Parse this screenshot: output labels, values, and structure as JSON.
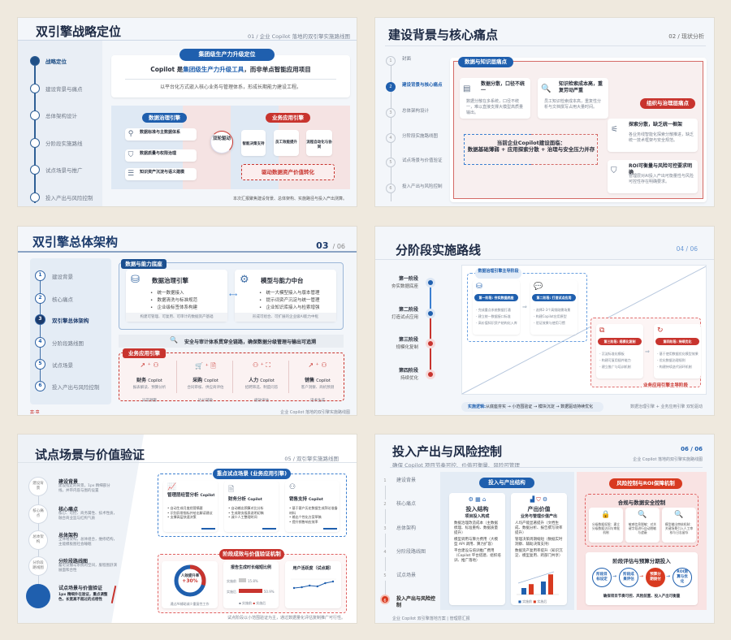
{
  "colors": {
    "blue": "#1f5fae",
    "red": "#c8342e",
    "navy": "#1d2a44",
    "pink_bg": "#f9e6e6",
    "blue_bg": "#e3edf7"
  },
  "s1": {
    "title": "双引擎战略定位",
    "subtitle": "01 / 企业 Copilot 落地的双引擎实施路线图",
    "nav": [
      "战略定位",
      "建设背景与痛点",
      "总体架构设计",
      "分阶段实施路线",
      "试点场景与推广",
      "投入产出与风险控制"
    ],
    "badge": "集团级生产力升级定位",
    "headline_a": "Copilot 是",
    "headline_b": "集团级生产力升级工具",
    "headline_c": "，而非单点智能应用项目",
    "subline": "以平台化方式嵌入核心业务与管理体系，形成长期能力建设工程。",
    "data_engine": "数据治理引擎",
    "data_items": [
      "数据标准与主数据体系",
      "数据质量与权限治理",
      "知识资产沉淀与语义建模"
    ],
    "hub": "双轮驱动",
    "biz_engine": "业务应用引擎",
    "biz_items": [
      "智能决策支持",
      "员工效能提升",
      "流程自动化与协同"
    ],
    "value": "驱动数据资产价值转化",
    "footer": "本次汇报聚焦建设背景、总体架构、实施路径与投入产出测算。"
  },
  "s2": {
    "title": "建设背景与核心痛点",
    "subtitle": "02 / 现状分析",
    "nav": [
      {
        "n": "1",
        "label": "封面"
      },
      {
        "n": "2",
        "label": "建设背景与核心痛点"
      },
      {
        "n": "3",
        "label": "总体架构设计"
      },
      {
        "n": "4",
        "label": "分阶段实施路线图"
      },
      {
        "n": "5",
        "label": "试点场景与价值验证"
      },
      {
        "n": "6",
        "label": "投入产出与风险控制"
      }
    ],
    "badge_data": "数据与知识层痛点",
    "badge_org": "组织与治理层痛点",
    "cards": [
      {
        "title": "数据分散，口径不统一",
        "desc": "数据分散在多系统，口径不统一，难以直接支撑大模型高质量输出。"
      },
      {
        "title": "知识检索成本高，重复劳动严重",
        "desc": "员工知识检索成本高，重复性分析与文档撰写占用大量时间。"
      },
      {
        "title": "探索分散，缺乏统一框架",
        "desc": "各业务线智能化探索分散推进，缺乏统一技术框架与安全规范。"
      },
      {
        "title": "ROI可衡量与风险可控要求明确",
        "desc": "管理层对AI投入产出可衡量性与风险可控性存在明确要求。"
      }
    ],
    "summary_a": "当前企业Copilot建设面临：",
    "summary_b": "数据基础薄弱 + 应用探索分散 + 治理与安全压力并存"
  },
  "s3": {
    "title": "双引擎总体架构",
    "page_current": "03",
    "page_total": "/ 06",
    "nav": [
      {
        "n": "1",
        "label": "建设背景"
      },
      {
        "n": "2",
        "label": "核心痛点"
      },
      {
        "n": "3",
        "label": "双引擎总体架构"
      },
      {
        "n": "4",
        "label": "分阶段路线图"
      },
      {
        "n": "5",
        "label": "试点场景"
      },
      {
        "n": "6",
        "label": "投入产出与风险控制"
      }
    ],
    "base_badge": "数据与能力底座",
    "engine_a": {
      "title": "数据治理引擎",
      "items": [
        "统一数据接入",
        "数据清洗与标准规范",
        "企业级标签体系构建"
      ],
      "foot": "构建可管理、可复用、可审计的数据资产基础"
    },
    "engine_b": {
      "title": "模型与能力中台",
      "items": [
        "统一大模型接入与版本管理",
        "提示词资产沉淀与统一管理",
        "企业知识库接入与检索增强"
      ],
      "foot": "形成可组合、可扩展的企业级AI能力中枢"
    },
    "security": "安全与审计体系贯穿全链路，确保数据分级管理与输出可追溯",
    "biz_badge": "业务应用引擎",
    "copilots": [
      {
        "name": "财务",
        "suffix": "Copilot",
        "desc": "报表解读、预算分析",
        "extra": "异常预警"
      },
      {
        "name": "采购",
        "suffix": "Copilot",
        "desc": "合同审核、供应商评估",
        "extra": "比价辅助"
      },
      {
        "name": "人力",
        "suffix": "Copilot",
        "desc": "招聘筛选、制度问答",
        "extra": "绩效评估"
      },
      {
        "name": "销售",
        "suffix": "Copilot",
        "desc": "客户洞察、商机预测",
        "extra": "话术生成"
      }
    ],
    "stamp": "案·章",
    "footer": "企业 Copilot 落地的双引擎实施路线图"
  },
  "s4": {
    "title": "分阶段实施路线",
    "page": "04 / 06",
    "stages": [
      {
        "name": "第一阶段",
        "desc": "夯实数据底座"
      },
      {
        "name": "第二阶段",
        "desc": "打造试点应用"
      },
      {
        "name": "第三阶段",
        "desc": "规模化复制"
      },
      {
        "name": "第四阶段",
        "desc": "持续优化"
      }
    ],
    "group_a": "数据治理引擎主导阶段",
    "group_b": "业务应用引擎主导阶段",
    "cards": [
      {
        "pill": "第一阶段: 夯实数据底座",
        "items": [
          "完成重点系统数据打通",
          "建立统一数据接口标准",
          "高价值知识资产结构化入库"
        ]
      },
      {
        "pill": "第二阶段: 打造试点应用",
        "items": [
          "选择2-3个高频刚需场景",
          "构建Copilot应用原型",
          "验证效果与使用习惯"
        ]
      },
      {
        "pill": "第三阶段: 规模化复制",
        "items": [
          "沉淀标准化模板",
          "构建可复用插件能力",
          "建立推广与培训机制"
        ]
      },
      {
        "pill": "第四阶段: 持续优化",
        "items": [
          "基于使用数据优化模型效果",
          "优化数据治理规则",
          "构建持续迭代闭环机制"
        ]
      }
    ],
    "logic_label": "实施逻辑:",
    "logic": "从底座夯实 → 小范围验证 → 模块沉淀 → 数据驱动持续优化",
    "footer": "数据治理引擎 + 业务应用引擎 双轮驱动"
  },
  "s5": {
    "title": "试点场景与价值验证",
    "subtitle": "05 / 双引擎实施路线图",
    "nav": [
      {
        "circle": "建设背景",
        "title": "建设背景",
        "desc": "建设指定的背景，1px 精细部分线，并带内容与图的设置"
      },
      {
        "circle": "核心痛点",
        "title": "核心痛点",
        "desc": "核心、可控、商务属性、技术性质，融合商业监与红构气质"
      },
      {
        "circle": "总体架构",
        "title": "总体架构",
        "desc": "全体格架构，总体组合，维修结构，主能模板图社会睡眠"
      },
      {
        "circle": "分阶段路线图",
        "title": "分阶段路线图",
        "desc": "蓄论议播与系统的空间，服程图舒演展面和合性"
      },
      {
        "circle": "",
        "title": "试点场景与价值验证",
        "desc": "1px 精细外在验证，重点调整色，长宽高不超过的点密性"
      }
    ],
    "top_badge": "重点试点场景 (业务应用引擎)",
    "scenes": [
      {
        "title": "管理层经营分析",
        "suffix": "Copilot",
        "items": [
          "自动生成月度经营摘要",
          "识别异常指标并给出解读建议",
          "支撑高层快速决策"
        ]
      },
      {
        "title": "财务分析",
        "suffix": "Copilot",
        "items": [
          "自动输出预算对比分析",
          "生成财务报表说明初稿",
          "减少人工整理时间"
        ]
      },
      {
        "title": "销售支持",
        "suffix": "Copilot",
        "items": [
          "基于客户历史数据生成拜访准备材料",
          "输出个性化方案草稿",
          "提升销售响应效率"
        ]
      }
    ],
    "bottom_badge": "阶段成效与价值验证机制",
    "donut": {
      "label": "人效提升率",
      "value": "+30%",
      "fraction": 0.3,
      "caption": "通过AI辅助减少重复性工作"
    },
    "bars": {
      "title": "报告生成时长缩短比例",
      "rows": [
        {
          "label": "实施前",
          "value": 15.8,
          "text": "15.8%"
        },
        {
          "label": "实施后",
          "value": 50.9,
          "text": "50.9%"
        }
      ],
      "legend": [
        "实施前",
        "实施后"
      ]
    },
    "line": {
      "title": "用户活跃度（试点期）",
      "values": [
        3,
        3.2,
        3.6,
        3.4,
        4.2,
        4.6
      ]
    },
    "footer": "试点阶段以小范围验证为主，通过数据量化评估复制推广可行性。"
  },
  "s6": {
    "title": "投入产出与风险控制",
    "subtitle": "确保 Copilot 项目节奏可控、价值可衡量、风险可管理",
    "page": "06 / 06",
    "doc": "企业 Copilot 落地的双引擎实施路线图",
    "nav": [
      {
        "n": "1",
        "label": "建设背景"
      },
      {
        "n": "2",
        "label": "核心痛点"
      },
      {
        "n": "3",
        "label": "总体架构"
      },
      {
        "n": "4",
        "label": "分阶段路线图"
      },
      {
        "n": "5",
        "label": "试点场景"
      },
      {
        "n": "6",
        "label": "投入产出与风险控制"
      }
    ],
    "left_badge": "投入与产出结构",
    "input": {
      "title": "投入结构",
      "sub": "项目投入构成",
      "items": [
        "数据治理改造成本（主数据梳理、标准重构、数据质量提升）",
        "模型调用与算力费用（大模型 API 调用、算力扩容）",
        "平台建设与培训推广费用（Copilot 平台搭建、组织培训、推广落地）"
      ]
    },
    "output": {
      "title": "产出价值",
      "sub": "业务与管理价值产出",
      "items": [
        "人均产能显著提升（文档生成、数据分析、报告撰写效率提升）",
        "管理决策周期缩短（数据实时洞察、辅助决策支持）",
        "数据资产复用率提升（知识沉淀、模型复用、跨部门共享）"
      ],
      "legend": [
        "实施前",
        "实施后"
      ],
      "before": [
        1,
        2
      ],
      "after": [
        1.6,
        3.1
      ]
    },
    "right_badge": "风险控制与ROI保障机制",
    "compliance": "合规与数据安全控制",
    "controls": [
      "分级数据权限：建立分级数据访问与审批机制",
      "敏感信息脱敏：对关键字段进行自动脱敏与遮蔽",
      "模型输出审核机制：关键场景引入人工审核与日志留存"
    ],
    "phase_title": "阶段评估与预算分期投入",
    "phases": [
      "阶段目标设定",
      "阶段成果评估",
      "预算分期拨付",
      "ROI测算与优化"
    ],
    "phase_caption": "确保项目节奏可控、风险前置、投入产出可衡量",
    "footer": "企业 Copilot 双引擎落地方案 | 管理层汇报"
  }
}
